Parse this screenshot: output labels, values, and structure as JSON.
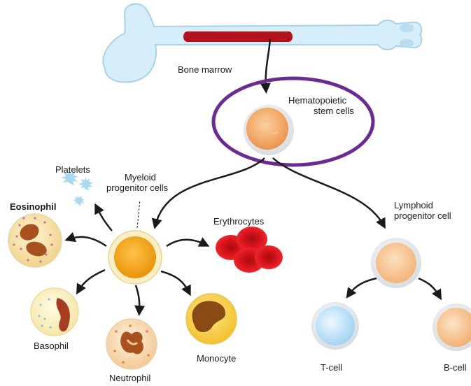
{
  "labels": {
    "bone_marrow": "Bone marrow",
    "stem_cells_line1": "Hematopoietic",
    "stem_cells_line2": "stem cells",
    "platelets": "Platelets",
    "myeloid_line1": "Myeloid",
    "myeloid_line2": "progenitor cells",
    "eosinophil": "Eosinophil",
    "erythrocytes": "Erythrocytes",
    "lymphoid_line1": "Lymphoid",
    "lymphoid_line2": "progenitor cell",
    "basophil": "Basophil",
    "neutrophil": "Neutrophil",
    "monocyte": "Monocyte",
    "t_cell": "T-cell",
    "b_cell": "B-cell"
  },
  "colors": {
    "highlight_ring": "#6a2c91",
    "bone": "#cfe9f7",
    "marrow": "#b3121a",
    "myeloid": "#f2a516",
    "erythrocyte": "#d9141c",
    "lymphoid": "#f5c28a",
    "t_cell": "#bfe3f8",
    "b_cell": "#f4c08f"
  }
}
